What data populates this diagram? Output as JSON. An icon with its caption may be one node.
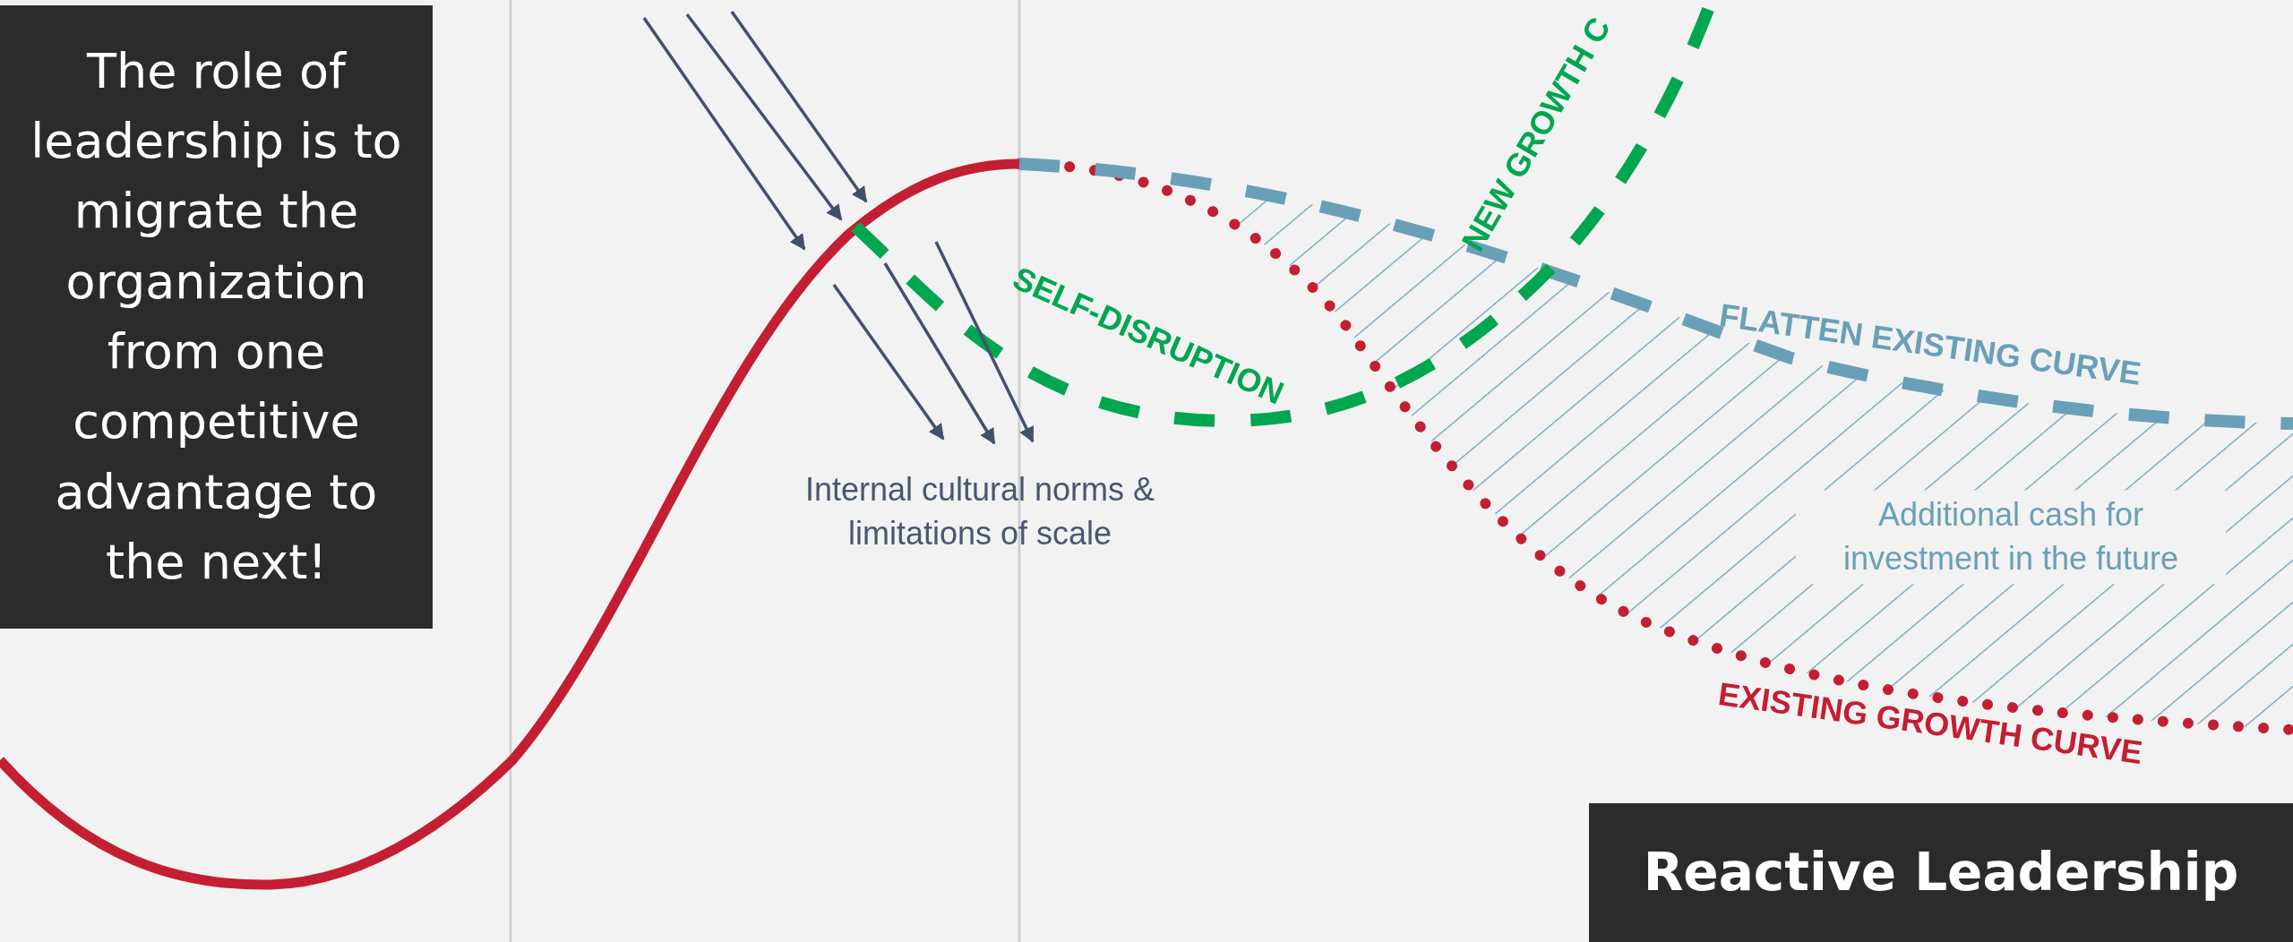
{
  "diagram": {
    "nodes": [
      {
        "text": [
          "The role of leadership is to migrate the organization from one competitive advantage to the next!"
        ]
      },
      {
        "text": [
          "Reactive Leadership"
        ]
      }
    ],
    "labels": [
      "NEW GROWTH C",
      "SELF-DISRUPTION",
      "FLATTEN EXISTING CURVE",
      "Internal cultural norms & limitations of scale",
      "Additional cash for investment in the future",
      "EXISTING GROWTH CURVE"
    ]
  }
}
